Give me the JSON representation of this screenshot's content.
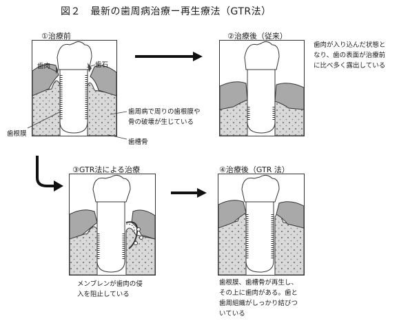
{
  "title": "図２　最新の歯周病治療ー再生療法（GTR法）",
  "panels": {
    "p1": {
      "label": "①治療前",
      "gum_label": "歯肉",
      "calculus_label": "歯石",
      "ligament_label": "歯根膜",
      "bone_label": "歯槽骨",
      "note": [
        "歯周病で周りの歯根膜や",
        "骨の破壊が生じている"
      ]
    },
    "p2": {
      "label": "②治療後（従来）",
      "note": [
        "歯肉が入り込んだ状態と",
        "なり、歯の表面が治療前",
        "に比べ多く露出している"
      ]
    },
    "p3": {
      "label": "③GTR法による治療",
      "note": [
        "メンブレンが歯肉の侵",
        "入を阻止している"
      ]
    },
    "p4": {
      "label": "④治療後（GTR 法）",
      "note": [
        "歯根膜、歯槽骨が再生し、",
        "その上に歯肉がある。歯と",
        "歯周組織がしっかり結びつ",
        "いている"
      ]
    }
  },
  "colors": {
    "gum": "#a9a9a9",
    "bone": "#d9d9d9",
    "line": "#333333"
  },
  "icons": {
    "arrow_right": "arrow-right-icon",
    "arrow_curved": "curved-arrow-icon"
  }
}
